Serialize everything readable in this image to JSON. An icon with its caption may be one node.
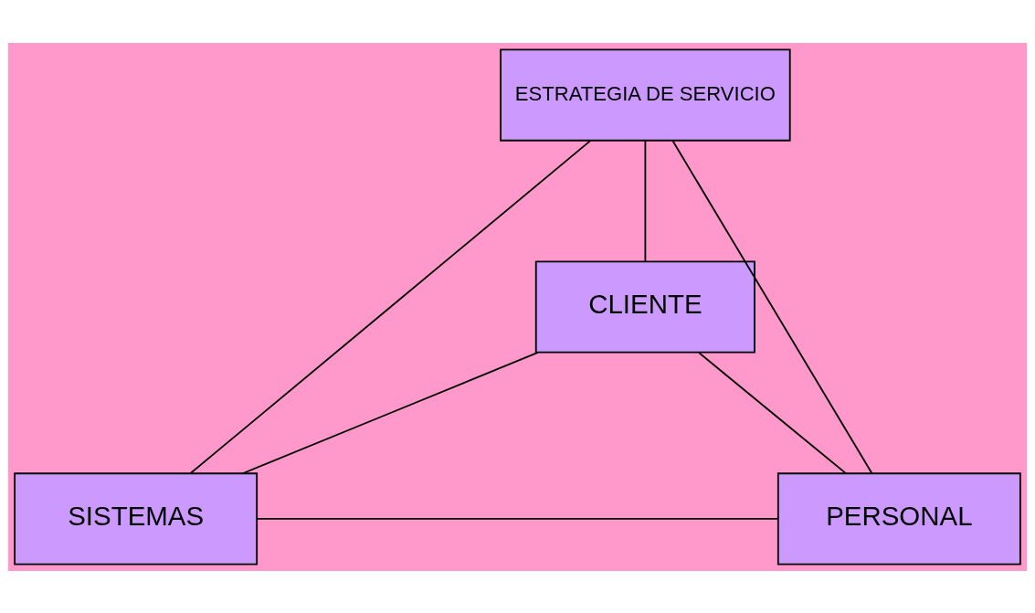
{
  "diagram": {
    "nodes": [
      {
        "text": [
          "ESTRATEGIA DE SERVICIO"
        ]
      },
      {
        "text": [
          "CLIENTE"
        ]
      },
      {
        "text": [
          "SISTEMAS"
        ]
      },
      {
        "text": [
          "PERSONAL"
        ]
      }
    ],
    "edges": [
      {
        "from": 0,
        "to": 1,
        "arrow": "none"
      },
      {
        "from": 0,
        "to": 2,
        "arrow": "none"
      },
      {
        "from": 0,
        "to": 3,
        "arrow": "none"
      },
      {
        "from": 1,
        "to": 2,
        "arrow": "none"
      },
      {
        "from": 1,
        "to": 3,
        "arrow": "none"
      },
      {
        "from": 2,
        "to": 3,
        "arrow": "none"
      }
    ]
  }
}
